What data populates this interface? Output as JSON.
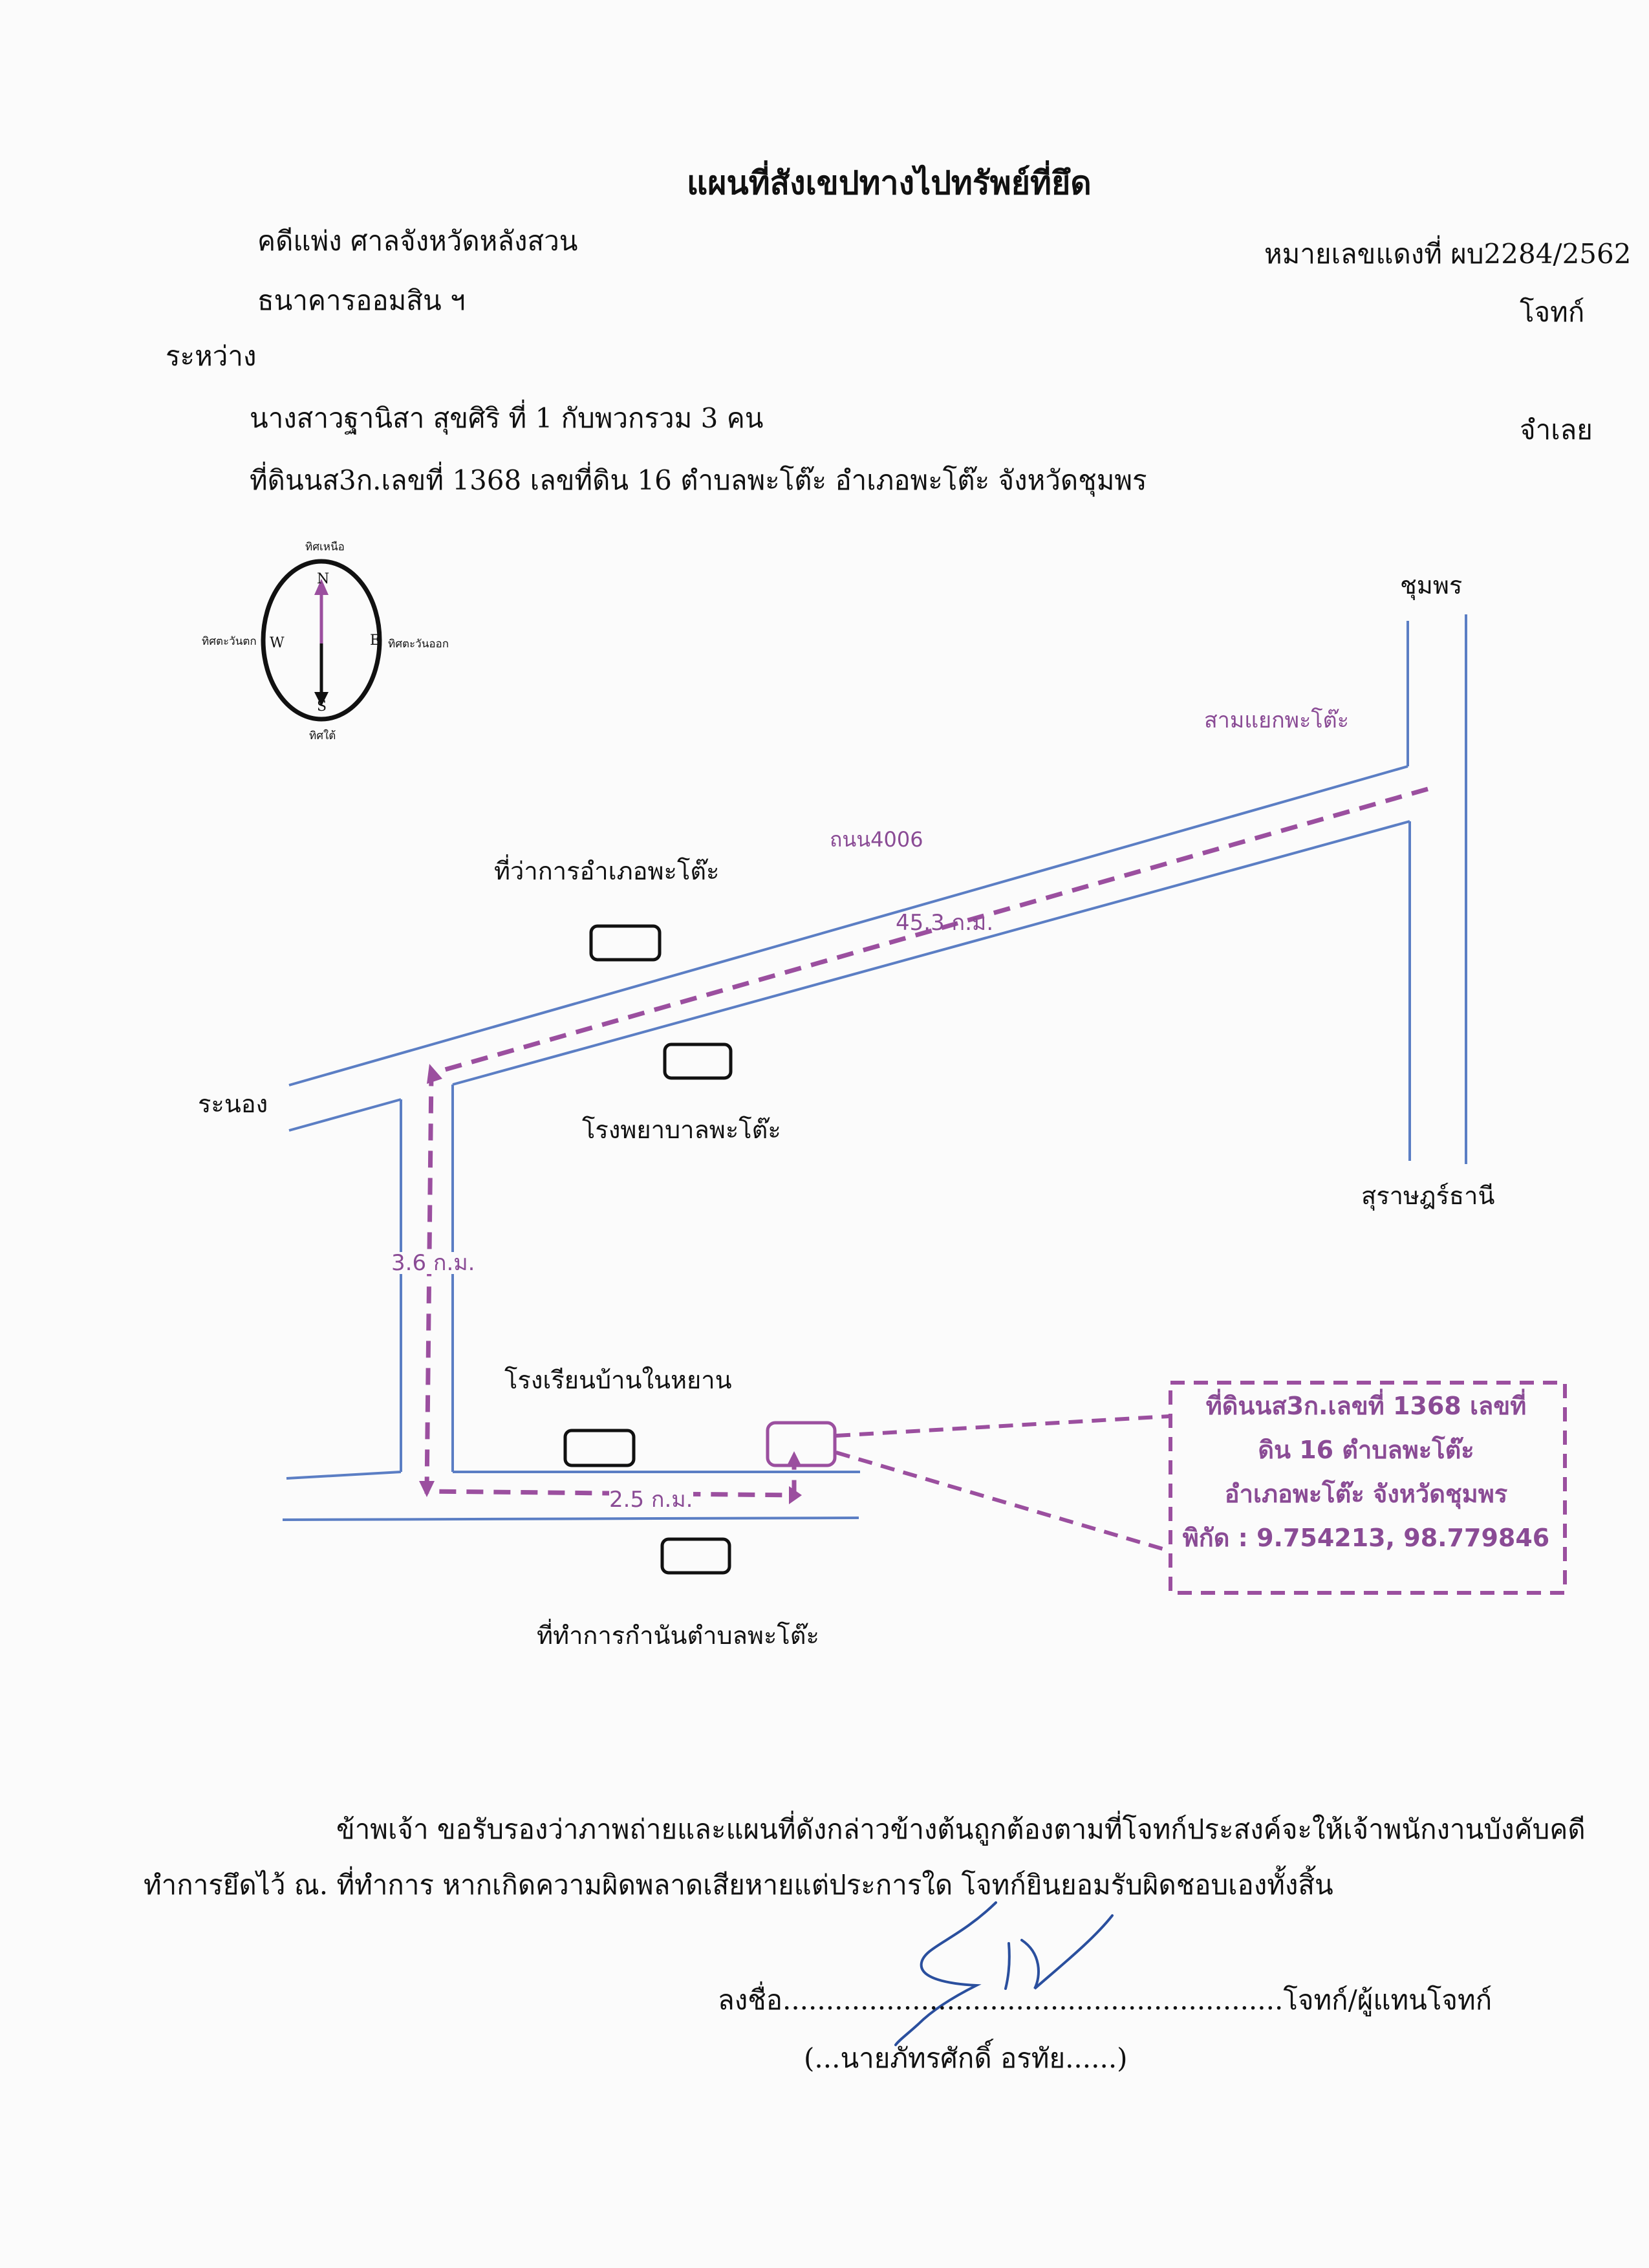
{
  "document": {
    "title": "แผนที่สังเขปทางไปทรัพย์ที่ยึด",
    "case_court": "คดีแพ่ง  ศาลจังหวัดหลังสวน",
    "case_number": "หมายเลขแดงที่ ผบ2284/2562",
    "plaintiff_name": "ธนาคารออมสิน ฯ",
    "plaintiff_role": "โจทก์",
    "between": "ระหว่าง",
    "defendant_name": "นางสาวฐานิสา สุขศิริ ที่ 1 กับพวกรวม 3 คน",
    "defendant_role": "จำเลย",
    "property": "ที่ดินนส3ก.เลขที่ 1368  เลขที่ดิน  16    ตำบลพะโต๊ะ   อำเภอพะโต๊ะ  จังหวัดชุมพร"
  },
  "map": {
    "compass": {
      "north_label": "ทิศเหนือ",
      "south_label": "ทิศใต้",
      "west_label": "ทิศตะวันตก",
      "east_label": "ทิศตะวันออก",
      "n": "N",
      "s": "S",
      "w": "W",
      "e": "E"
    },
    "places": {
      "chumphon": "ชุมพร",
      "surat": "สุราษฎร์ธานี",
      "ranong": "ระนอง",
      "junction": "สามแยกพะโต๊ะ",
      "road": "ถนน4006",
      "district_office": "ที่ว่าการอำเภอพะโต๊ะ",
      "hospital": "โรงพยาบาลพะโต๊ะ",
      "school": "โรงเรียนบ้านในหยาน",
      "kamnan_office": "ที่ทำการกำนันตำบลพะโต๊ะ"
    },
    "distances": {
      "d1": "45.3 ก.ม.",
      "d2": "3.6 ก.ม.",
      "d3": "2.5 ก.ม."
    },
    "info_box": {
      "line1": "ที่ดินนส3ก.เลขที่ 1368  เลขที่",
      "line2": "ดิน  16    ตำบลพะโต๊ะ",
      "line3": "อำเภอพะโต๊ะ  จังหวัดชุมพร",
      "line4": "พิกัด : 9.754213, 98.779846"
    },
    "colors": {
      "road": "#5b7ec4",
      "route": "#9b4f9f",
      "ink": "#111111"
    }
  },
  "certification": {
    "line1": "ข้าพเจ้า ขอรับรองว่าภาพถ่ายและแผนที่ดังกล่าวข้างต้นถูกต้องตามที่โจทก์ประสงค์จะให้เจ้าพนักงานบังคับคดี",
    "line2": "ทำการยึดไว้ ณ. ที่ทำการ  หากเกิดความผิดพลาดเสียหายแต่ประการใด  โจทก์ยินยอมรับผิดชอบเองทั้งสิ้น",
    "sign_prefix": "ลงชื่อ",
    "sign_dots": "..........................................................",
    "sign_suffix": "โจทก์/ผู้แทนโจทก์",
    "signer": "(...นายภัทรศักดิ์ อรทัย......)"
  }
}
